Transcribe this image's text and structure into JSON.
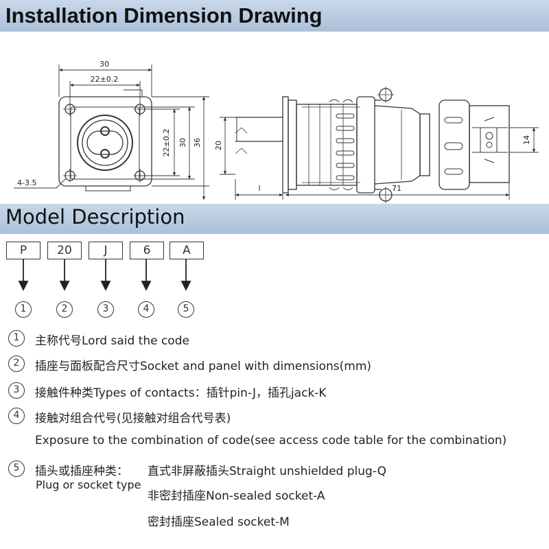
{
  "header": {
    "title": "Installation Dimension Drawing"
  },
  "dimensions": {
    "front": {
      "width_outer": "30",
      "hole_spacing_h": "22±0.2",
      "hole_spacing_v": "22±0.2",
      "height_inner": "30",
      "height_outer": "36",
      "mount_holes": "4-3.5"
    },
    "side": {
      "panel_height": "20",
      "length_l": "l",
      "length_total": "71",
      "rear_height": "14"
    }
  },
  "model": {
    "title": "Model Description",
    "code_parts": [
      "P",
      "20",
      "J",
      "6",
      "A"
    ],
    "numbers": [
      "1",
      "2",
      "3",
      "4",
      "5"
    ],
    "desc": [
      "主称代号Lord said the code",
      "插座与面板配合尺寸Socket and panel with dimensions(mm)",
      "接触件种类Types of contacts：插针pin-J，插孔jack-K",
      "接触对组合代号(见接触对组合代号表)",
      "插头或插座种类："
    ],
    "desc4_en": "Exposure to the combination of code(see access code table for the combination)",
    "desc5_en": "Plug or socket type",
    "desc5_options": [
      "直式非屏蔽插头Straight unshielded plug-Q",
      "非密封插座Non-sealed socket-A",
      "密封插座Sealed socket-M"
    ]
  }
}
